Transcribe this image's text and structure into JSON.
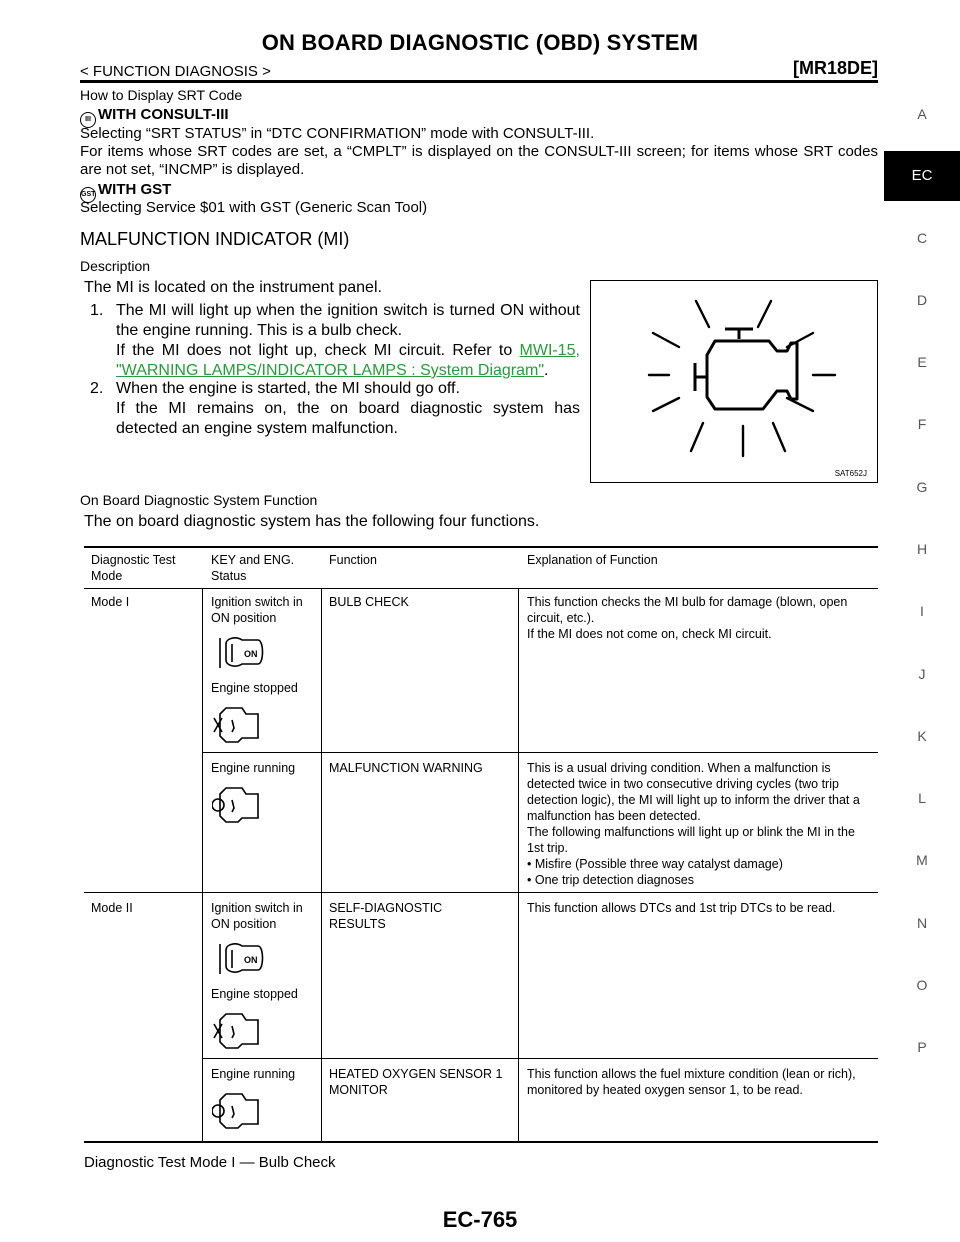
{
  "header": {
    "title": "ON BOARD DIAGNOSTIC (OBD) SYSTEM",
    "section": "< FUNCTION DIAGNOSIS >",
    "model": "[MR18DE]"
  },
  "srt": {
    "heading": "How to Display SRT Code",
    "consult_label": "WITH CONSULT-III",
    "consult_line1": "Selecting “SRT STATUS” in “DTC CONFIRMATION” mode with CONSULT-III.",
    "consult_line2": "For items whose SRT codes are set, a “CMPLT” is displayed on the CONSULT-III screen; for items whose SRT codes are not set, “INCMP” is displayed.",
    "gst_label": "WITH GST",
    "gst_line": "Selecting Service $01 with GST (Generic Scan Tool)"
  },
  "mi": {
    "heading": "MALFUNCTION INDICATOR (MI)",
    "desc_heading": "Description",
    "intro": "The MI is located on the instrument panel.",
    "item1_num": "1.",
    "item1_line1": "The MI will light up when the ignition switch is turned ON without the engine running. This is a bulb check.",
    "item1_line2": "If the MI does not light up, check MI circuit. Refer to",
    "item1_link": "MWI-15, \"WARNING LAMPS/INDICATOR LAMPS : System Diagram\"",
    "item1_end": ".",
    "item2_num": "2.",
    "item2_line1": "When the engine is started, the MI should go off.",
    "item2_line2": "If the MI remains on, the on board diagnostic system has detected an engine system malfunction.",
    "figure_code": "SAT652J"
  },
  "obd": {
    "heading": "On Board Diagnostic System Function",
    "intro": "The on board diagnostic system has the following four functions."
  },
  "table": {
    "headers": [
      "Diagnostic Test Mode",
      "KEY and ENG. Status",
      "Function",
      "Explanation of Function"
    ],
    "mode1": "Mode I",
    "mode2": "Mode II",
    "ign_on": "Ignition switch in ON position",
    "eng_stopped": "Engine stopped",
    "eng_running": "Engine running",
    "on_label": "ON",
    "r1_function": "BULB CHECK",
    "r1_expl1": "This function checks the MI bulb for damage (blown, open circuit, etc.).",
    "r1_expl2": "If the MI does not come on, check MI circuit.",
    "r2_function": "MALFUNCTION WARNING",
    "r2_expl1": "This is a usual driving condition. When a malfunction is detected twice in two consecutive driving cycles (two trip detection logic), the MI will light up to inform the driver that a malfunction has been detected.",
    "r2_expl2": "The following malfunctions will light up or blink the MI in the 1st trip.",
    "r2_bullet1": "• Misfire (Possible three way catalyst damage)",
    "r2_bullet2": "• One trip detection diagnoses",
    "r3_function": "SELF-DIAGNOSTIC RESULTS",
    "r3_expl": "This function allows DTCs and 1st trip DTCs to be read.",
    "r4_function": "HEATED OXYGEN SENSOR 1 MONITOR",
    "r4_expl": "This function allows the fuel mixture condition (lean or rich), monitored by heated oxygen sensor 1, to be read."
  },
  "after_table": "Diagnostic Test Mode I — Bulb Check",
  "side_index": [
    "A",
    "EC",
    "C",
    "D",
    "E",
    "F",
    "G",
    "H",
    "I",
    "J",
    "K",
    "L",
    "M",
    "N",
    "O",
    "P"
  ],
  "page_number": "EC-765"
}
